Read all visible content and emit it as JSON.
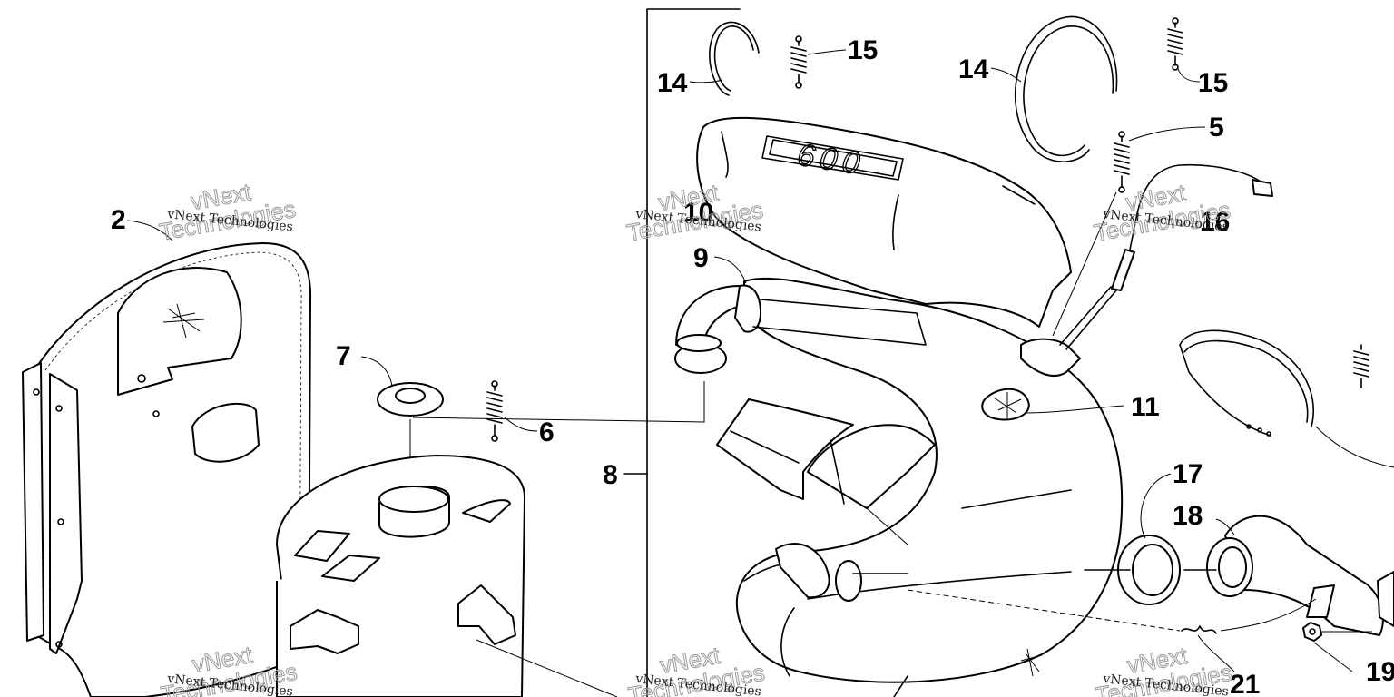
{
  "callouts": [
    {
      "id": "c2",
      "label": "2"
    },
    {
      "id": "c7",
      "label": "7"
    },
    {
      "id": "c6",
      "label": "6"
    },
    {
      "id": "c8",
      "label": "8"
    },
    {
      "id": "c9",
      "label": "9"
    },
    {
      "id": "c10",
      "label": "10"
    },
    {
      "id": "c14a",
      "label": "14"
    },
    {
      "id": "c15a",
      "label": "15"
    },
    {
      "id": "c14b",
      "label": "14"
    },
    {
      "id": "c15b",
      "label": "15"
    },
    {
      "id": "c5",
      "label": "5"
    },
    {
      "id": "c16",
      "label": "16"
    },
    {
      "id": "c11",
      "label": "11"
    },
    {
      "id": "c17",
      "label": "17"
    },
    {
      "id": "c18",
      "label": "18"
    },
    {
      "id": "c19",
      "label": "19"
    },
    {
      "id": "c21",
      "label": "21"
    }
  ],
  "emboss": "600",
  "watermark": {
    "company": "vNext Technologies",
    "outline_line1": "vNext",
    "outline_line2": "Technologies"
  }
}
